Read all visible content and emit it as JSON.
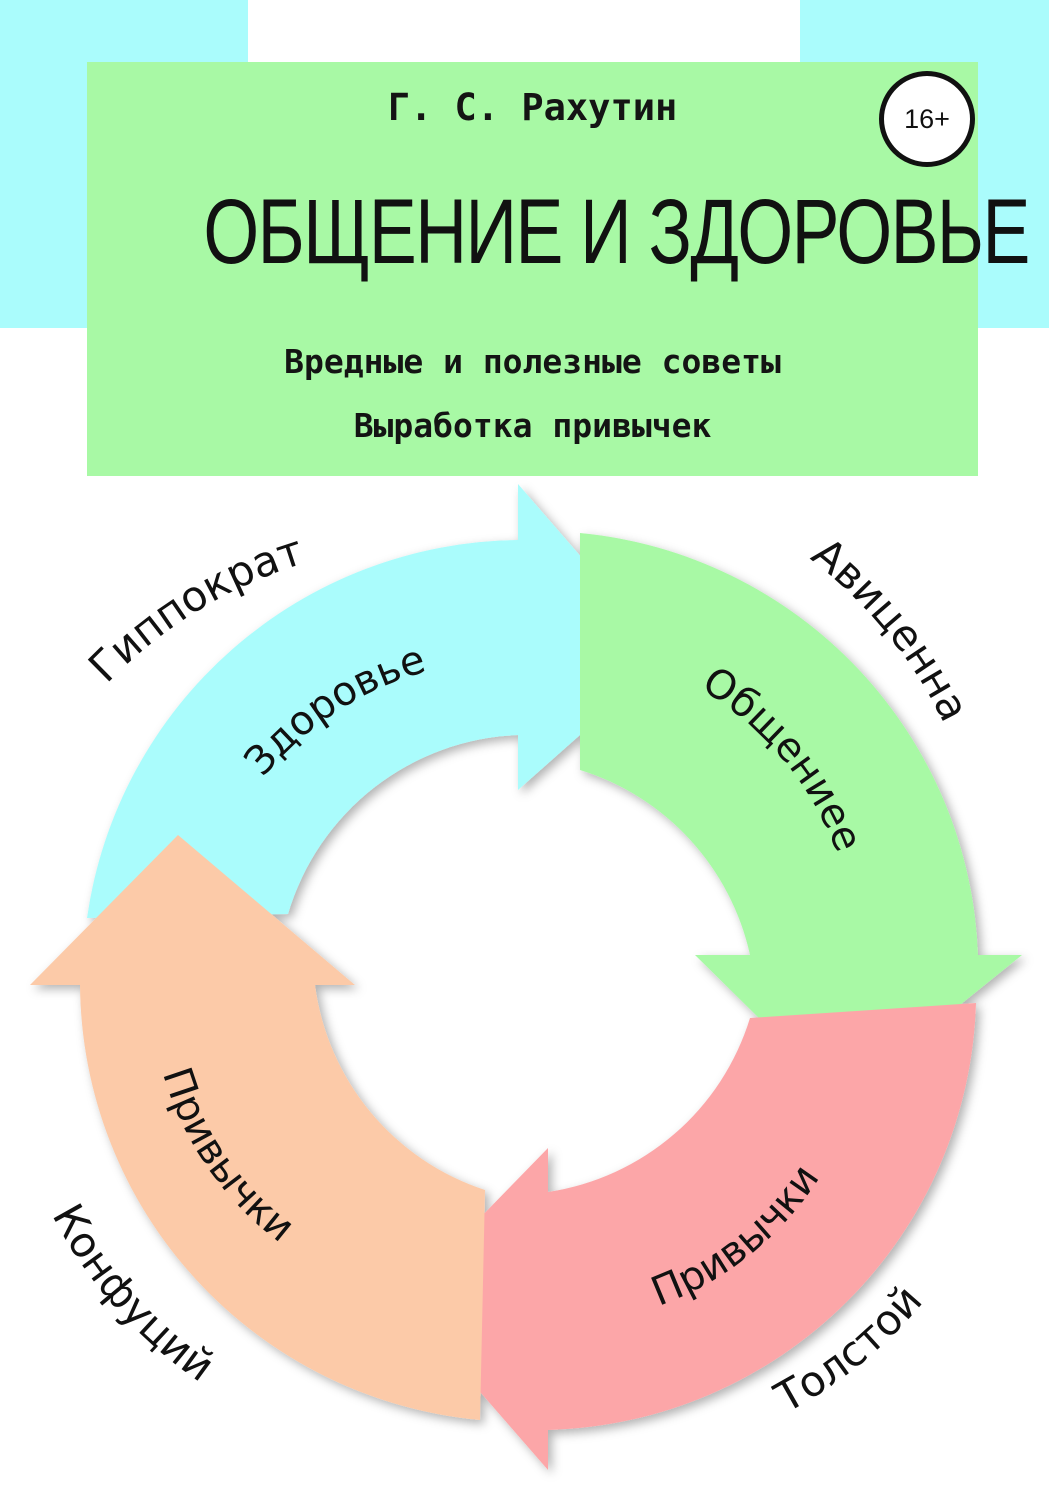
{
  "colors": {
    "cyan": "#aafcfc",
    "green": "#a8f9a5",
    "pink": "#fca6a8",
    "peach": "#fccaa8",
    "panel": "#a8f9a5"
  },
  "cover": {
    "author": "Г. С. Рахутин",
    "age_rating": "16+",
    "title": "ОБЩЕНИЕ И ЗДОРОВЬЕ",
    "subtitle_line1": "Вредные и полезные советы",
    "subtitle_line2": "Выработка привычек"
  },
  "cycle": {
    "segments": [
      {
        "label": "Здоровье"
      },
      {
        "label": "Общениее"
      },
      {
        "label": "Привычки"
      },
      {
        "label": "Привычки"
      }
    ],
    "outer_labels": [
      {
        "label": "Гиппократ"
      },
      {
        "label": "Авиценна"
      },
      {
        "label": "Толстой"
      },
      {
        "label": "Конфуций"
      }
    ]
  }
}
